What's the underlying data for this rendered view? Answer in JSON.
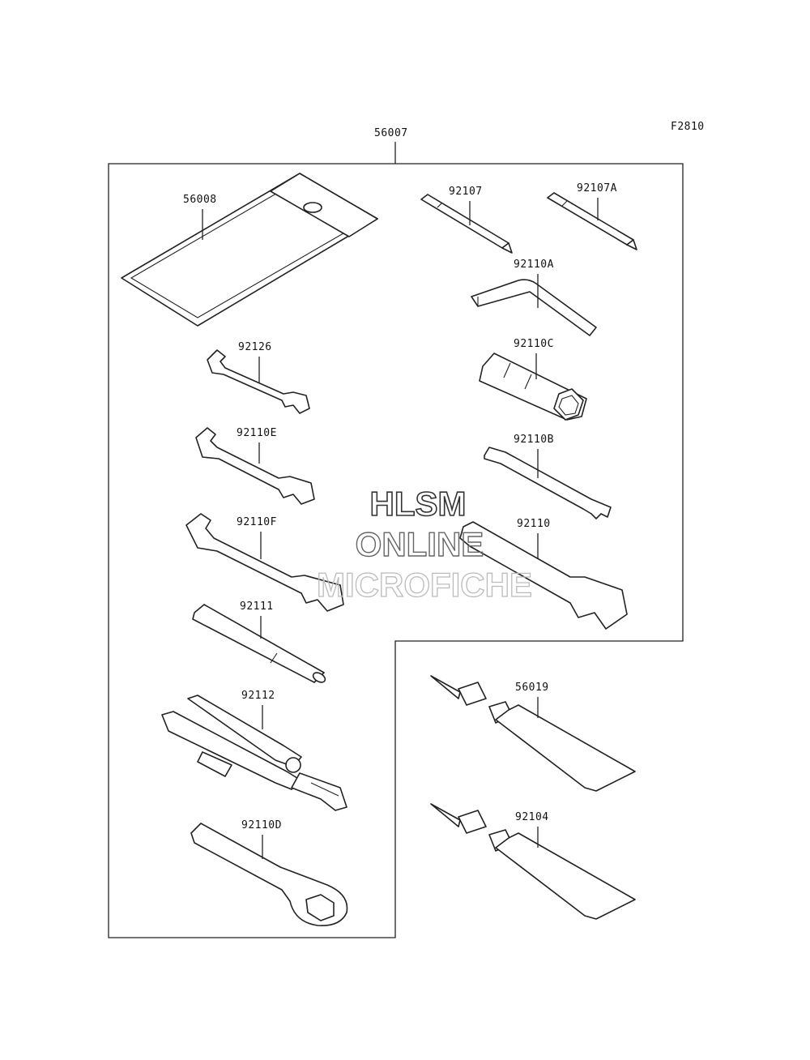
{
  "figure_id": "F2810",
  "assembly_label": "56007",
  "watermark": {
    "line1": "HLSM",
    "line2": "ONLINE",
    "line3": "MICROFICHE"
  },
  "parts": {
    "p56008": "56008",
    "p92107": "92107",
    "p92107A": "92107A",
    "p92110A": "92110A",
    "p92126": "92126",
    "p92110C": "92110C",
    "p92110E": "92110E",
    "p92110B": "92110B",
    "p92110F": "92110F",
    "p92110": "92110",
    "p92111": "92111",
    "p92112": "92112",
    "p56019": "56019",
    "p92104": "92104",
    "p92110D": "92110D"
  }
}
